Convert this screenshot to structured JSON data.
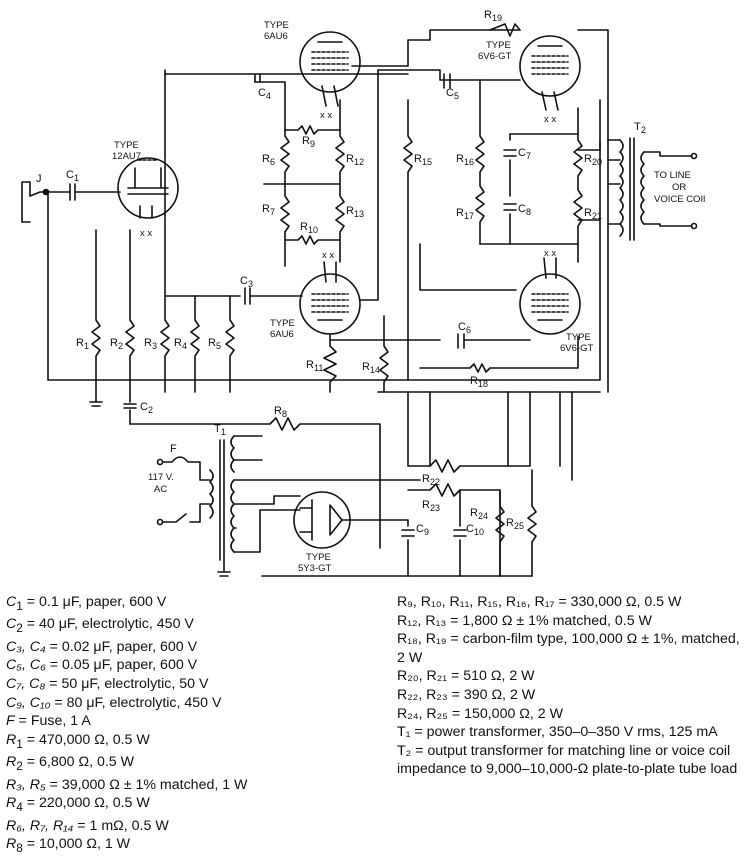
{
  "schematic": {
    "jack_label": "J",
    "fuse_label": "F",
    "ac_label_1": "117 V.",
    "ac_label_2": "AC",
    "output_label_1": "TO LINE",
    "output_label_2": "OR",
    "output_label_3": "VOICE COIl",
    "tubes": [
      {
        "type_label": "TYPE",
        "model": "12AU7"
      },
      {
        "type_label": "TYPE",
        "model": "6AU6"
      },
      {
        "type_label": "TYPE",
        "model": "6AU6"
      },
      {
        "type_label": "TYPE",
        "model": "6V6-GT"
      },
      {
        "type_label": "TYPE",
        "model": "6V6-GT"
      },
      {
        "type_label": "TYPE",
        "model": "5Y3-GT"
      }
    ],
    "components": [
      "C1",
      "C2",
      "C3",
      "C4",
      "C5",
      "C6",
      "C7",
      "C8",
      "C9",
      "C10",
      "R1",
      "R2",
      "R3",
      "R4",
      "R5",
      "R6",
      "R7",
      "R8",
      "R9",
      "R10",
      "R11",
      "R12",
      "R13",
      "R14",
      "R15",
      "R16",
      "R17",
      "R18",
      "R19",
      "R20",
      "R21",
      "R22",
      "R23",
      "R24",
      "R25",
      "T1",
      "T2"
    ]
  },
  "legend": {
    "left": [
      {
        "sym": "C",
        "sub": "1",
        "rest": " = 0.1 μF, paper, 600 V"
      },
      {
        "sym": "C",
        "sub": "2",
        "rest": " = 40 μF, electrolytic, 450 V"
      },
      {
        "sym": "C₃, C₄",
        "sub": "",
        "rest": " = 0.02 μF, paper, 600 V"
      },
      {
        "sym": "C₅, C₆",
        "sub": "",
        "rest": " = 0.05 μF, paper, 600 V"
      },
      {
        "sym": "C₇, C₈",
        "sub": "",
        "rest": " = 50 μF, electrolytic, 50 V"
      },
      {
        "sym": "C₉, C₁₀",
        "sub": "",
        "rest": " = 80 μF, electrolytic, 450 V"
      },
      {
        "sym": "F",
        "sub": "",
        "rest": " = Fuse, 1 A"
      },
      {
        "sym": "R",
        "sub": "1",
        "rest": " = 470,000 Ω, 0.5 W"
      },
      {
        "sym": "R",
        "sub": "2",
        "rest": " = 6,800 Ω, 0.5 W"
      },
      {
        "sym": "R₃, R₅",
        "sub": "",
        "rest": " = 39,000 Ω ± 1% matched, 1 W"
      },
      {
        "sym": "R",
        "sub": "4",
        "rest": " = 220,000 Ω, 0.5 W"
      },
      {
        "sym": "R₆, R₇, R₁₄",
        "sub": "",
        "rest": " = 1 mΩ, 0.5 W"
      },
      {
        "sym": "R",
        "sub": "8",
        "rest": " = 10,000 Ω, 1 W"
      }
    ],
    "right": [
      {
        "text": "R₉, R₁₀, R₁₁, R₁₅, R₁₆, R₁₇ = 330,000 Ω, 0.5 W"
      },
      {
        "text": "R₁₂, R₁₃ = 1,800 Ω ± 1% matched, 0.5 W"
      },
      {
        "text": "R₁₈, R₁₉ = carbon-film type, 100,000 Ω ± 1%, matched, 2 W"
      },
      {
        "text": "R₂₀, R₂₁ = 510 Ω, 2 W"
      },
      {
        "text": "R₂₂, R₂₃ = 390 Ω, 2 W"
      },
      {
        "text": "R₂₄, R₂₅ = 150,000 Ω, 2 W"
      },
      {
        "text": "T₁ = power transformer, 350–0–350 V rms, 125 mA"
      },
      {
        "text": "T₂ = output transformer for matching line or voice coil impedance to 9,000–10,000-Ω plate-to-plate tube load"
      }
    ]
  }
}
